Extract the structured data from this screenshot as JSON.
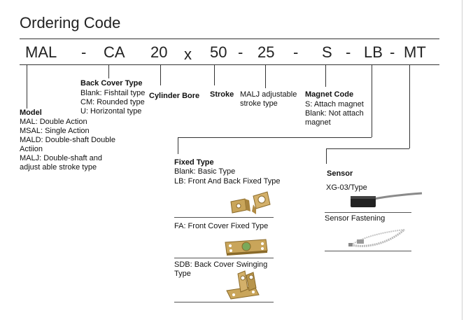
{
  "title": "Ordering Code",
  "code": {
    "p1": "MAL",
    "d1": "-",
    "p2": "CA",
    "p3": "20",
    "x": "x",
    "p4": "50",
    "d2": "-",
    "p5": "25",
    "d3": "-",
    "p6": "S",
    "d4": "-",
    "p7": "LB",
    "d5": "-",
    "p8": "MT"
  },
  "back_cover": {
    "heading": "Back Cover Type",
    "lines": [
      "Blank: Fishtail type",
      "CM: Rounded type",
      "U: Horizontal type"
    ]
  },
  "model": {
    "heading": "Model",
    "lines": [
      "MAL: Double Action",
      "MSAL: Single Action",
      "MALD: Double-shaft Double",
      "Actiion",
      "MALJ: Double-shaft and",
      "adjust able stroke type"
    ]
  },
  "cylinder_bore": "Cylinder Bore",
  "stroke": "Stroke",
  "malj": {
    "lines": [
      "MALJ adjustable",
      "stroke type"
    ]
  },
  "magnet": {
    "heading": "Magnet Code",
    "lines": [
      "S: Attach magnet",
      "Blank: Not attach",
      "magnet"
    ]
  },
  "fixed": {
    "heading": "Fixed Type",
    "basic": "Blank: Basic Type",
    "lb": "LB: Front And Back Fixed Type",
    "fa": "FA: Front Cover Fixed Type",
    "sdb": [
      "SDB: Back Cover Swinging",
      "Type"
    ]
  },
  "sensor": {
    "heading": "Sensor",
    "type": "XG-03/Type",
    "fastening": "Sensor Fastening"
  },
  "colors": {
    "metal": "#c9a55a",
    "metal_dark": "#8a6a2a",
    "sensor_body": "#222222",
    "cable": "#8a8a8a"
  }
}
